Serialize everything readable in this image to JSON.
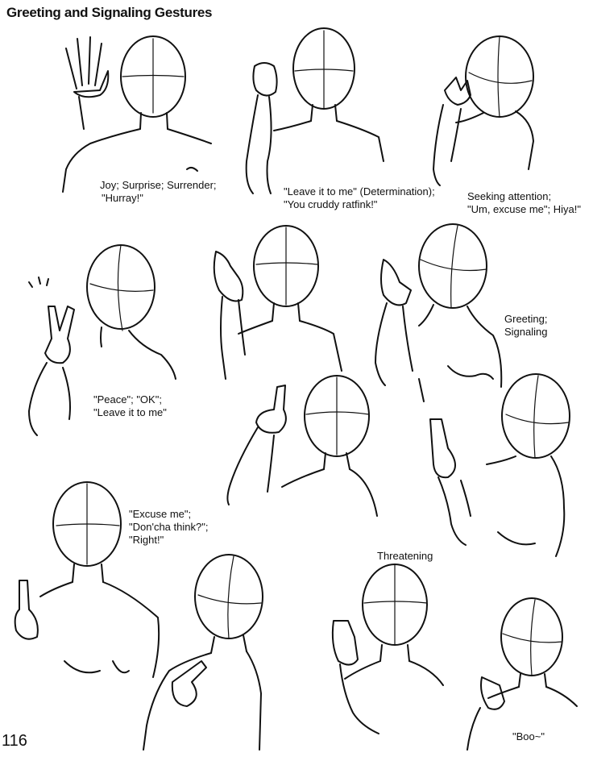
{
  "title": "Greeting and Signaling Gestures",
  "page_number": "116",
  "captions": {
    "joy": [
      "Joy; Surprise; Surrender;",
      "\"Hurray!\""
    ],
    "leave_it": [
      "\"Leave it to me\" (Determination);",
      "\"You cruddy ratfink!\""
    ],
    "seeking": [
      "Seeking attention;",
      "\"Um, excuse me\"; Hiya!\""
    ],
    "greeting": [
      "Greeting;",
      "Signaling"
    ],
    "peace": [
      "\"Peace\"; \"OK\";",
      "\"Leave it to me\""
    ],
    "excuse": [
      "\"Excuse me\";",
      "\"Don'cha think?\";",
      "\"Right!\""
    ],
    "threatening": [
      "Threatening"
    ],
    "boo": [
      "\"Boo~\""
    ]
  }
}
